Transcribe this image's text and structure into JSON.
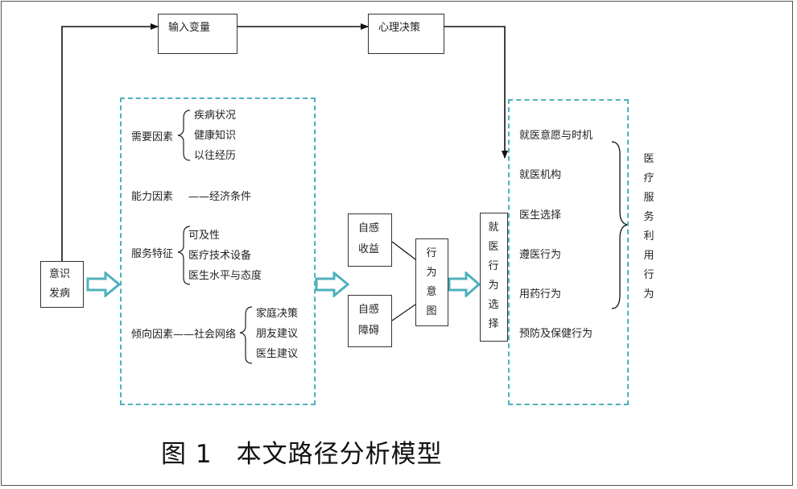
{
  "top": {
    "input_variable": "输入变量",
    "mental_decision": "心理决策"
  },
  "start": {
    "line1": "意识",
    "line2": "发病"
  },
  "factors": {
    "need": {
      "label": "需要因素",
      "items": [
        "疾病状况",
        "健康知识",
        "以往经历"
      ]
    },
    "ability": {
      "label": "能力因素",
      "detail": "——经济条件"
    },
    "service": {
      "label": "服务特征",
      "items": [
        "可及性",
        "医疗技术设备",
        "医生水平与态度"
      ]
    },
    "tendency": {
      "label": "倾向因素——社会网络",
      "items": [
        "家庭决策",
        "朋友建议",
        "医生建议"
      ]
    }
  },
  "perception": {
    "benefit": {
      "line1": "自感",
      "line2": "收益"
    },
    "barrier": {
      "line1": "自感",
      "line2": "障碍"
    }
  },
  "intention": [
    "行",
    "为",
    "意",
    "图"
  ],
  "choice": [
    "就",
    "医",
    "行",
    "为",
    "选",
    "择"
  ],
  "outcomes": [
    "就医意愿与时机",
    "就医机构",
    "医生选择",
    "遵医行为",
    "用药行为",
    "预防及保健行为"
  ],
  "utilization": [
    "医",
    "疗",
    "服",
    "务",
    "利",
    "用",
    "行",
    "为"
  ],
  "caption": {
    "number": "图 1",
    "title": "本文路径分析模型"
  },
  "colors": {
    "dashed": "#4fb0bd",
    "arrow": "#4fb0bd",
    "line": "#111111"
  }
}
